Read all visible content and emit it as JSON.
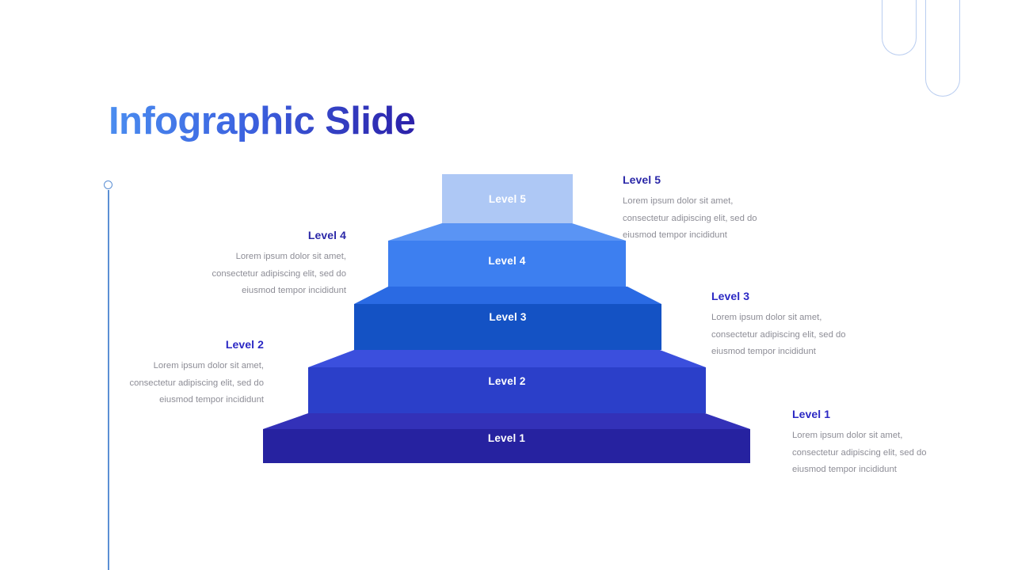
{
  "page": {
    "title": "Infographic Slide",
    "background": "#ffffff"
  },
  "decor": {
    "pill_left_name": "rounded-pill-outline",
    "pill_right_name": "rounded-pill-outline",
    "pill_stroke": "#b9cdf0",
    "timeline_color": "#5b8fd4"
  },
  "chart_data": {
    "type": "pyramid",
    "title": "Infographic Slide",
    "orientation": "bottom-wide",
    "levels": [
      {
        "id": 5,
        "label": "Level 5",
        "front_color": "#aec8f5",
        "top_color": "#c6d9f9",
        "width_pct": 100,
        "rank": 5
      },
      {
        "id": 4,
        "label": "Level 4",
        "front_color": "#3d7ff0",
        "top_color": "#5a94f4",
        "width_pct": 180,
        "rank": 4
      },
      {
        "id": 3,
        "label": "Level 3",
        "front_color": "#1452c4",
        "top_color": "#2a6ae3",
        "width_pct": 235,
        "rank": 3
      },
      {
        "id": 2,
        "label": "Level 2",
        "front_color": "#2b3fc9",
        "top_color": "#3b4fdd",
        "width_pct": 303,
        "rank": 2
      },
      {
        "id": 1,
        "label": "Level 1",
        "front_color": "#2622a0",
        "top_color": "#3331b8",
        "width_pct": 372,
        "rank": 1
      }
    ]
  },
  "info_blocks": [
    {
      "key": "level5",
      "title": "Level 5",
      "title_color": "#2b28a8",
      "body": "Lorem ipsum dolor sit amet, consectetur adipiscing elit, sed do eiusmod tempor incididunt",
      "side": "right"
    },
    {
      "key": "level4",
      "title": "Level 4",
      "title_color": "#2b28a8",
      "body": "Lorem ipsum dolor sit amet, consectetur adipiscing elit, sed do eiusmod tempor incididunt",
      "side": "left"
    },
    {
      "key": "level3",
      "title": "Level 3",
      "title_color": "#2b28c4",
      "body": "Lorem ipsum dolor sit amet, consectetur adipiscing elit, sed do eiusmod tempor incididunt",
      "side": "right"
    },
    {
      "key": "level2",
      "title": "Level 2",
      "title_color": "#2b28c4",
      "body": "Lorem ipsum dolor sit amet, consectetur adipiscing elit, sed do eiusmod tempor incididunt",
      "side": "left"
    },
    {
      "key": "level1",
      "title": "Level 1",
      "title_color": "#2b28c4",
      "body": "Lorem ipsum dolor sit amet, consectetur adipiscing elit, sed do eiusmod tempor incididunt",
      "side": "right"
    }
  ]
}
